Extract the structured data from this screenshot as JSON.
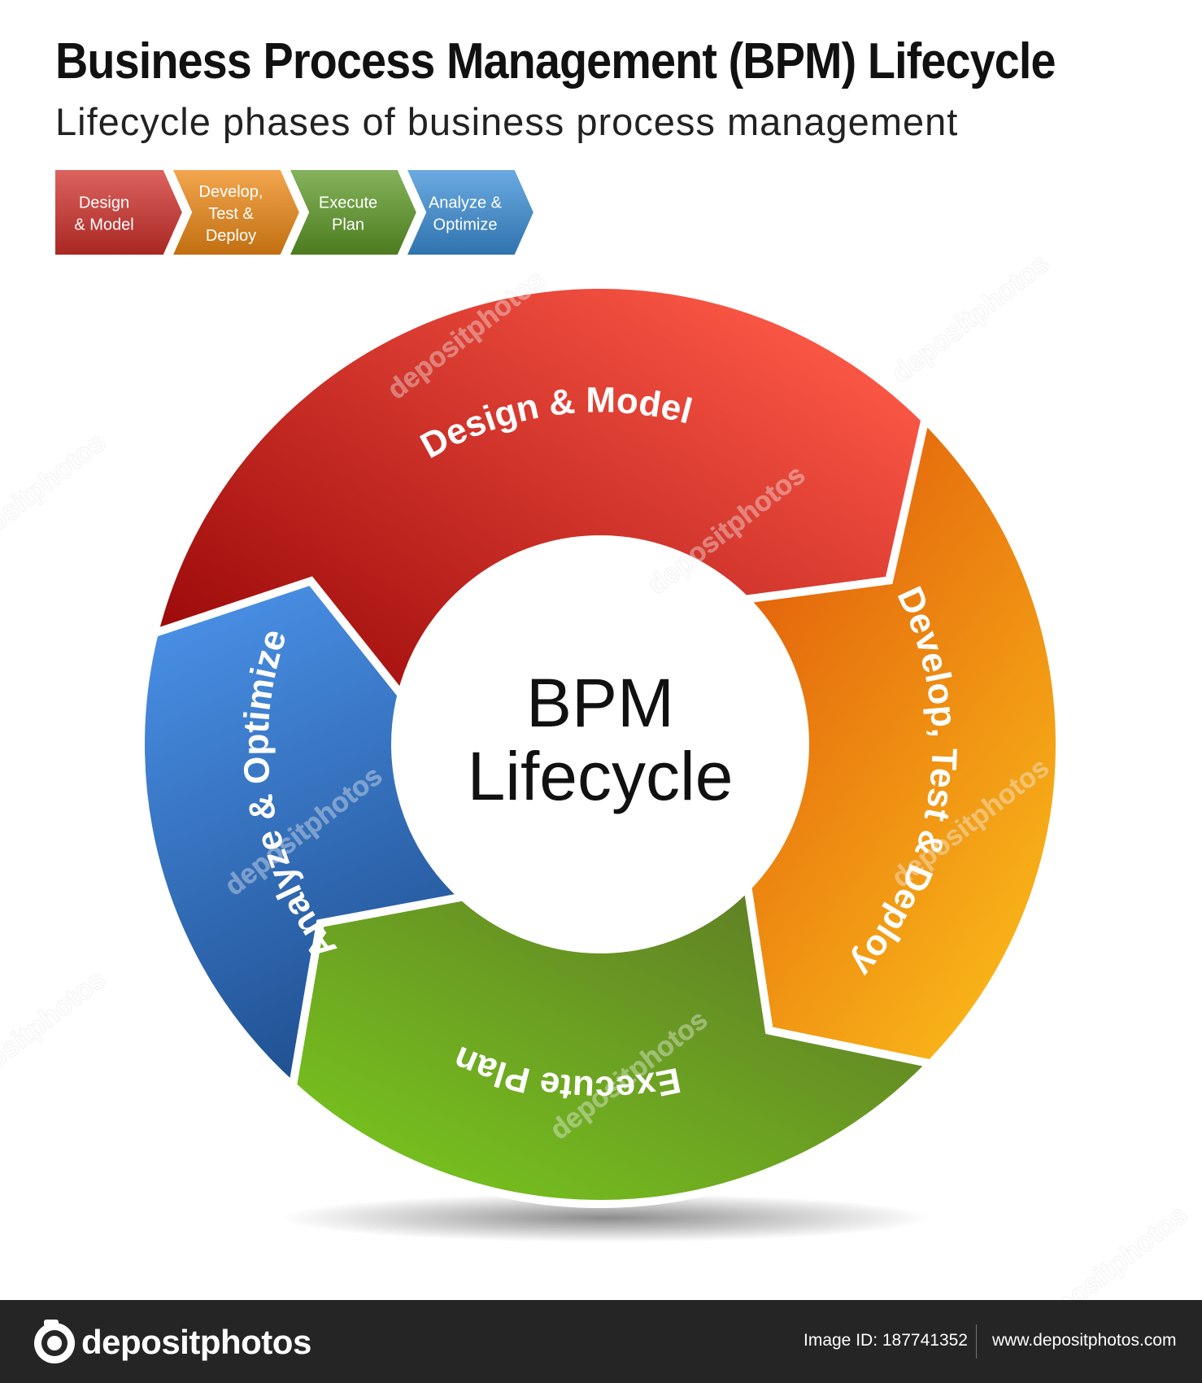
{
  "header": {
    "title": "Business Process Management (BPM) Lifecycle",
    "subtitle": "Lifecycle phases of business process management"
  },
  "legend": [
    {
      "lines": [
        "Design",
        "& Model"
      ],
      "color": "#d2302a"
    },
    {
      "lines": [
        "Develop,",
        "Test &",
        "Deploy"
      ],
      "color": "#f08a14"
    },
    {
      "lines": [
        "Execute",
        "Plan"
      ],
      "color": "#5e9a26"
    },
    {
      "lines": [
        "Analyze &",
        "Optimize"
      ],
      "color": "#3b8fd8"
    }
  ],
  "cycle": {
    "center_lines": [
      "BPM",
      "Lifecycle"
    ],
    "segments": [
      {
        "label": "Design & Model",
        "color_start": "#ff5a48",
        "color_end": "#9c0a0a"
      },
      {
        "label": "Develop, Test & Deploy",
        "color_start": "#e05a0a",
        "color_end": "#fbbd1a"
      },
      {
        "label": "Execute Plan",
        "color_start": "#5e7a26",
        "color_end": "#78c51e"
      },
      {
        "label": "Analyze & Optimize",
        "color_start": "#4a90e6",
        "color_end": "#1e4e8e"
      }
    ]
  },
  "watermark": "depositphotos",
  "footer": {
    "brand": "depositphotos",
    "image_id": "Image ID: 187741352",
    "url": "www.depositphotos.com"
  }
}
